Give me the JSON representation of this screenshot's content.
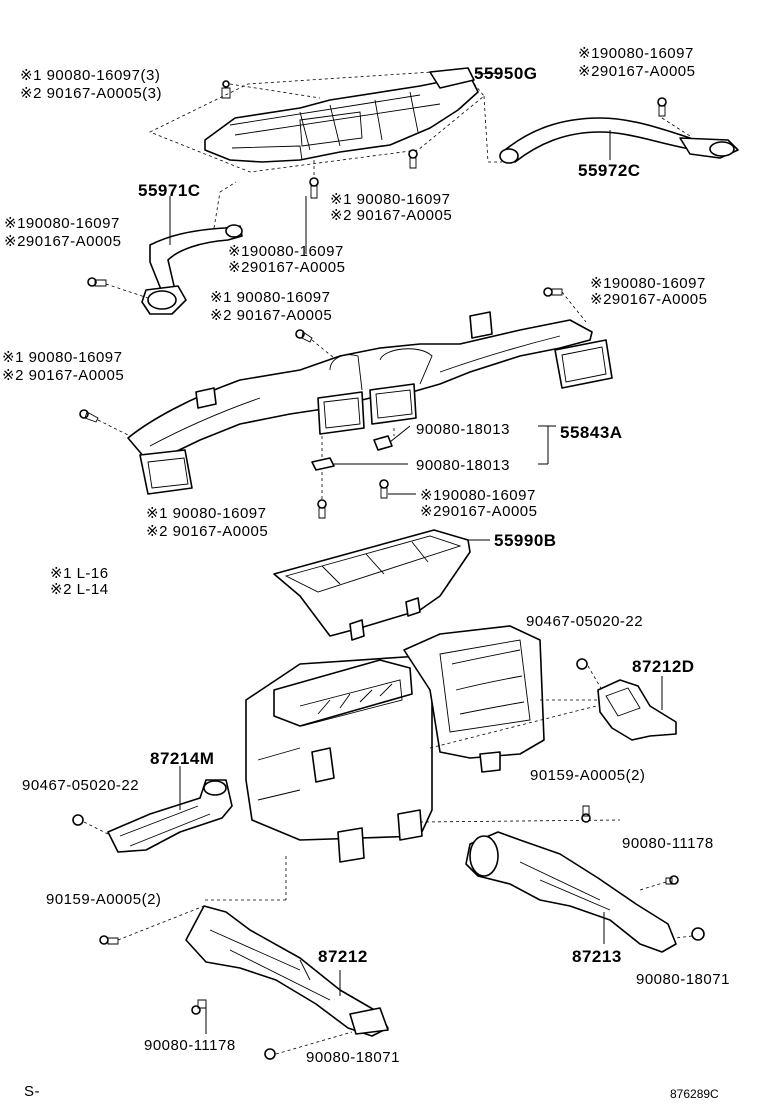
{
  "parts": {
    "p55950G": "55950G",
    "p55972C": "55972C",
    "p55971C": "55971C",
    "p55843A": "55843A",
    "p55990B": "55990B",
    "p87212D": "87212D",
    "p87214M": "87214M",
    "p87212": "87212",
    "p87213": "87213"
  },
  "screws": {
    "top_left_1": "※1  90080-16097(3)",
    "top_left_2": "※2  90167-A0005(3)",
    "top_right_1": "※190080-16097",
    "top_right_2": "※290167-A0005",
    "mid_center_1": "※1  90080-16097",
    "mid_center_2": "※2  90167-A0005",
    "left_duct_1": "※190080-16097",
    "left_duct_2": "※290167-A0005",
    "center_low_1": "※190080-16097",
    "center_low_2": "※290167-A0005",
    "right_duct_1": "※190080-16097",
    "right_duct_2": "※290167-A0005",
    "upper_main_1": "※1  90080-16097",
    "upper_main_2": "※2  90167-A0005",
    "left_main_1": "※1  90080-16097",
    "left_main_2": "※2  90167-A0005",
    "clip_a": "90080-18013",
    "clip_b": "90080-18013",
    "lower_right_1": "※190080-16097",
    "lower_right_2": "※290167-A0005",
    "lower_left_1": "※1  90080-16097",
    "lower_left_2": "※2  90167-A0005"
  },
  "legend": {
    "l1": "※1  L-16",
    "l2": "※2  L-14"
  },
  "fasteners": {
    "f_90467_right": "90467-05020-22",
    "f_90467_left": "90467-05020-22",
    "f_90159_right": "90159-A0005(2)",
    "f_90159_left": "90159-A0005(2)",
    "f_11178_right": "90080-11178",
    "f_18071_right": "90080-18071",
    "f_11178_left": "90080-11178",
    "f_18071_left": "90080-18071"
  },
  "footer": {
    "left": "S-",
    "right": "876289C"
  }
}
